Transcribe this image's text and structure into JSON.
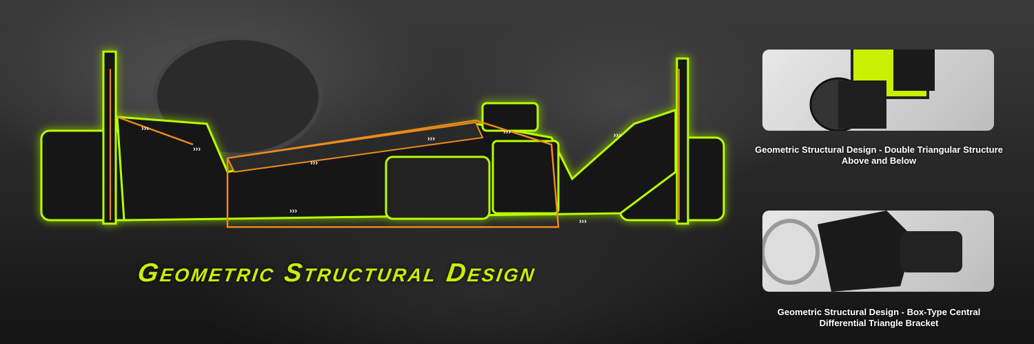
{
  "title": "Geometric Structural Design",
  "features": [
    {
      "caption": "Geometric Structural Design - Double Triangular Structure Above and Below"
    },
    {
      "caption": "Geometric Structural Design - Box-Type Central Differential Triangle Bracket"
    }
  ],
  "colors": {
    "accent": "#c8f000",
    "frame_outline": "#f08a1c",
    "chassis": "#151515"
  }
}
